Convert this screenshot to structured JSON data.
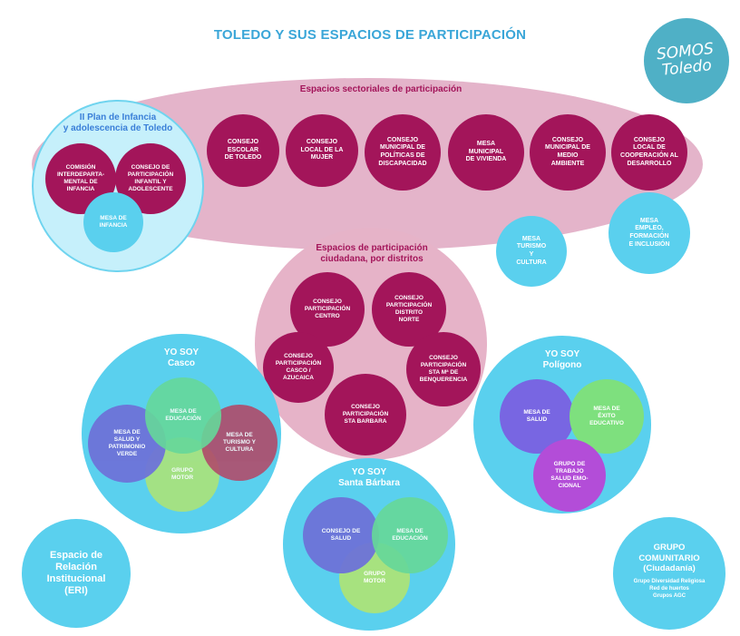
{
  "title": "TOLEDO Y SUS ESPACIOS DE PARTICIPACIÓN",
  "logo": {
    "text": "SOMOS\nToledo",
    "color": "#4fb0c6"
  },
  "colors": {
    "magenta": "#a3155a",
    "pink_light": "#e7b7cc",
    "cyan": "#5ad0ee",
    "cyan_light": "#c4f0fb",
    "green": "#7ee07e",
    "violet": "#7f5be0",
    "purple": "#b34dd8",
    "red": "#c9474f",
    "blue": "#6a7ed8"
  },
  "sectoriales": {
    "title": "Espacios sectoriales de participación",
    "consejos": [
      "CONSEJO\nESCOLAR\nDE TOLEDO",
      "CONSEJO\nLOCAL DE LA\nMUJER",
      "CONSEJO\nMUNICIPAL DE\nPOLÍTICAS DE\nDISCAPACIDAD",
      "MESA\nMUNICIPAL\nDE VIVIENDA",
      "CONSEJO\nMUNICIPAL DE\nMEDIO\nAMBIENTE",
      "CONSEJO\nLOCAL DE\nCOOPERACIÓN AL\nDESARROLLO"
    ],
    "mesas": [
      "MESA\nTURISMO\nY\nCULTURA",
      "MESA\nEMPLEO,\nFORMACIÓN\nE INCLUSIÓN"
    ]
  },
  "infancia": {
    "title": "II Plan de Infancia\ny adolescencia de Toledo",
    "items": [
      "COMISIÓN\nINTERDEPARTA-\nMENTAL DE\nINFANCIA",
      "CONSEJO DE\nPARTICIPACIÓN\nINFANTIL Y\nADOLESCENTE"
    ],
    "mesa": "MESA DE\nINFANCIA"
  },
  "distritos": {
    "title": "Espacios de participación\nciudadana, por distritos",
    "items": [
      "CONSEJO\nPARTICIPACIÓN\nCENTRO",
      "CONSEJO\nPARTICIPACIÓN\nDISTRITO\nNORTE",
      "CONSEJO\nPARTICIPACIÓN\nCASCO /\nAZUCAICA",
      "CONSEJO\nPARTICIPACIÓN\nSTA Mª DE\nBENQUERENCIA",
      "CONSEJO\nPARTICIPACIÓN\nSTA BARBARA"
    ]
  },
  "casco": {
    "title": "YO SOY\nCasco",
    "items": [
      "MESA DE\nEDUCACIÓN",
      "MESA DE\nSALUD Y\nPATRIMONIO\nVERDE",
      "MESA DE\nTURISMO Y\nCULTURA",
      "GRUPO\nMOTOR"
    ]
  },
  "poligono": {
    "title": "YO SOY\nPolígono",
    "items": [
      "MESA DE\nSALUD",
      "MESA DE\nÉXITO\nEDUCATIVO",
      "GRUPO DE\nTRABAJO\nSALUD EMO-\nCIONAL"
    ]
  },
  "santa_barbara": {
    "title": "YO SOY\nSanta Bárbara",
    "items": [
      "CONSEJO DE\nSALUD",
      "MESA DE\nEDUCACIÓN",
      "GRUPO\nMOTOR"
    ]
  },
  "eri": {
    "title": "Espacio de\nRelación\nInstitucional\n(ERI)"
  },
  "comunitario": {
    "title": "GRUPO\nCOMUNITARIO\n(Ciudadanía)",
    "items": [
      "Grupo Diversidad Religiosa",
      "Red de huertos",
      "Grupos AGC"
    ]
  }
}
